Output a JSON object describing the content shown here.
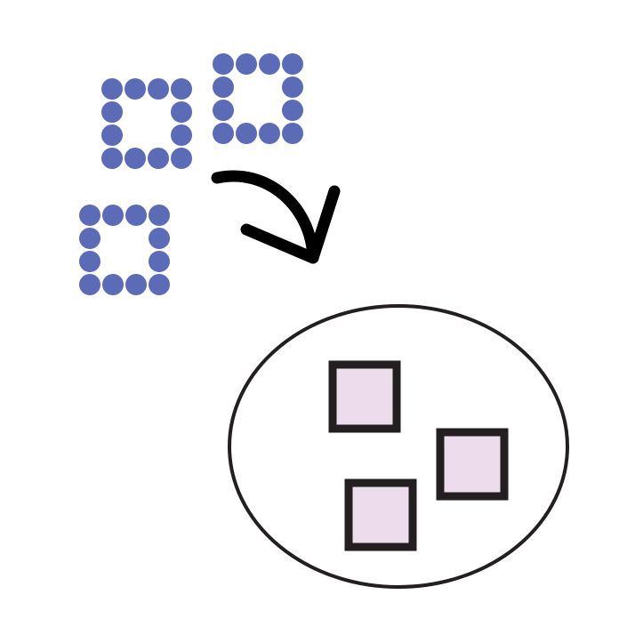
{
  "colors": {
    "background": "#ffffff",
    "dot_fill": "#5b6bb5",
    "arrow_stroke": "#000000",
    "oval_stroke": "#231f20",
    "oval_fill": "#ffffff",
    "square_fill": "#eddcec",
    "square_stroke": "#231f20"
  },
  "dot_squares": {
    "count": 3,
    "dots_per_side": 4,
    "icon": "dotted-square-outline"
  },
  "arrow": {
    "icon": "curved-arrow-down-right"
  },
  "container": {
    "shape": "oval",
    "square_count": 3,
    "icon": "filled-square"
  }
}
